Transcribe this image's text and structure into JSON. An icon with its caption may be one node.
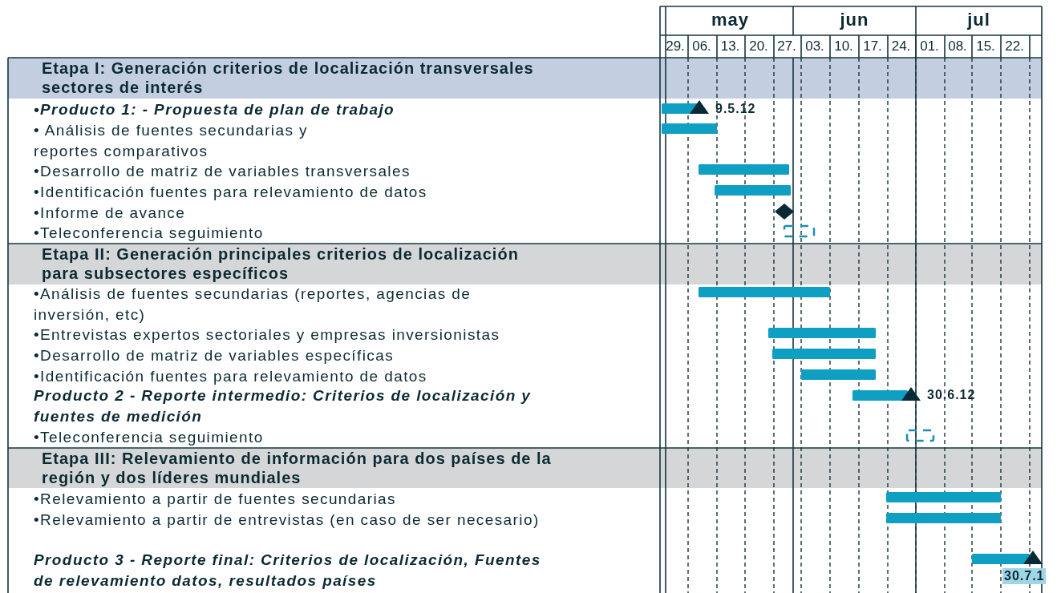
{
  "diagram": {
    "nodes": [
      {
        "text": [
          "Etapa I: Generación criterios de localización transversales sectores de interés"
        ]
      },
      {
        "text": [
          "Etapa II: Generación principales criterios de localización para subsectores específicos"
        ]
      },
      {
        "text": [
          "Etapa III: Relevamiento de información para dos países de la región y dos líderes mundiales"
        ]
      }
    ],
    "labels": [
      "may",
      "jun",
      "jul",
      "29.",
      "06.",
      "13.",
      "20.",
      "27.",
      "03.",
      "10.",
      "17.",
      "24.",
      "01.",
      "08.",
      "15.",
      "22.",
      "•Producto 1: - Propuesta de plan de trabajo",
      "• Análisis de fuentes secundarias y reportes comparativos",
      "•Desarrollo de matriz de variables transversales",
      "•Identificación fuentes para relevamiento de datos",
      "•Informe de avance",
      "•Teleconferencia seguimiento",
      "•Análisis de fuentes secundarias (reportes, agencias de inversión, etc)",
      "•Entrevistas expertos sectoriales y empresas inversionistas",
      "•Desarrollo de matriz de variables específicas",
      "•Identificación fuentes para relevamiento de datos",
      "Producto 2 - Reporte intermedio: Criterios de localización y fuentes de medición",
      "•Teleconferencia seguimiento",
      "•Relevamiento a partir de fuentes secundarias",
      "•Relevamiento a partir de entrevistas (en caso de ser necesario)",
      "Producto 3 - Reporte final: Criterios de localización, Fuentes de relevamiento datos, resultados países",
      "9.5.12",
      "30.6.12",
      "30.7.1"
    ]
  }
}
